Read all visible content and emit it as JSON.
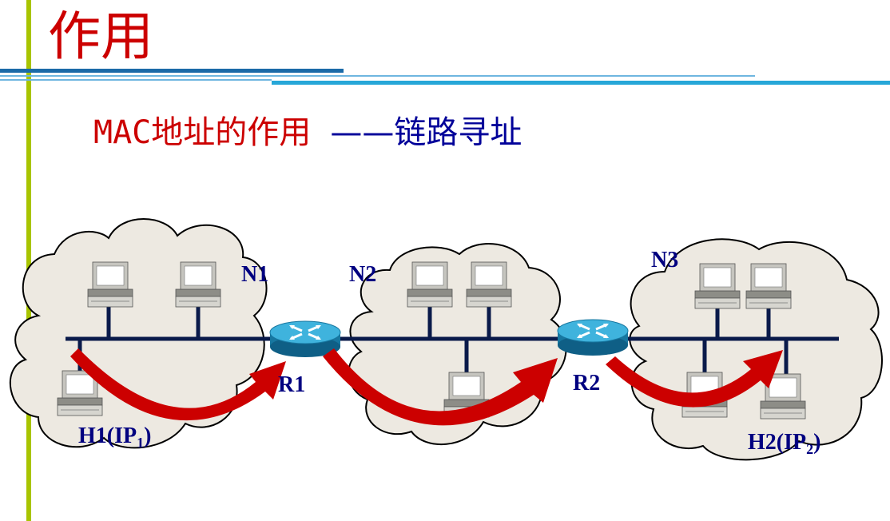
{
  "slide": {
    "title": "作用",
    "subtitle_main": "MAC地址的作用",
    "subtitle_dash": "——",
    "subtitle_topic": "链路寻址"
  },
  "diagram": {
    "networks": [
      {
        "label": "N1"
      },
      {
        "label": "N2"
      },
      {
        "label": "N3"
      }
    ],
    "routers": [
      {
        "label": "R1"
      },
      {
        "label": "R2"
      }
    ],
    "hosts": {
      "h1": {
        "name": "H1(IP",
        "sub": "1",
        "close": ")"
      },
      "h2": {
        "name": "H2(IP",
        "sub": "2",
        "close": ")"
      }
    },
    "colors": {
      "cloud_fill": "#ede9e1",
      "bus_line": "#0a1a4a",
      "arrow": "#cc0000",
      "router": "#1f8fb8",
      "label": "#000080"
    }
  }
}
